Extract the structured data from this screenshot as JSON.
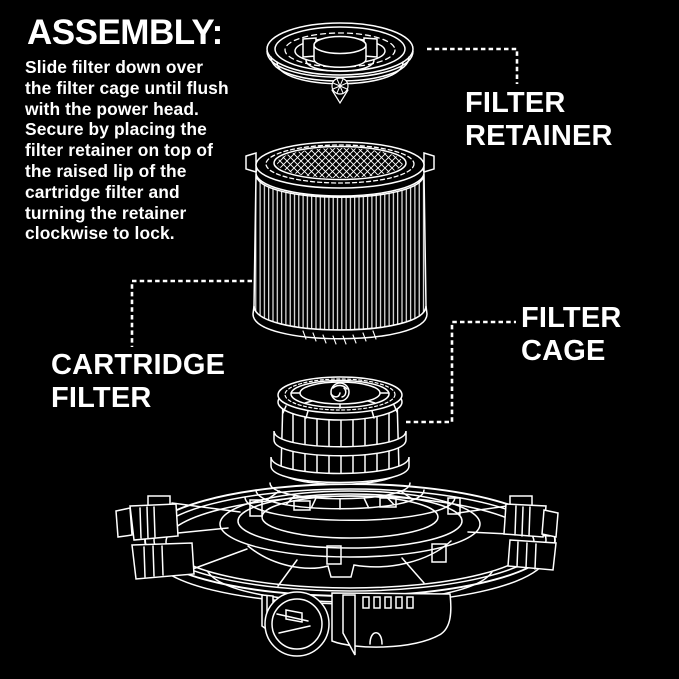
{
  "colors": {
    "background": "#000000",
    "ink": "#ffffff"
  },
  "heading": {
    "title": "ASSEMBLY:"
  },
  "instructions": {
    "full_text": "Slide filter down over the filter cage until flush with the power head. Secure by placing the filter retainer on top of the raised lip of the cartridge filter and turning the retainer clockwise to lock.",
    "lines": [
      "Slide filter down over",
      "the filter cage until flush",
      "with the power head.",
      "Secure by placing the",
      "filter retainer on top of",
      "the raised lip of the",
      "cartridge filter and",
      "turning the retainer",
      "clockwise to lock."
    ]
  },
  "labels": {
    "filter_retainer": "FILTER\nRETAINER",
    "cartridge_filter": "CARTRIDGE\nFILTER",
    "filter_cage": "FILTER\nCAGE"
  }
}
